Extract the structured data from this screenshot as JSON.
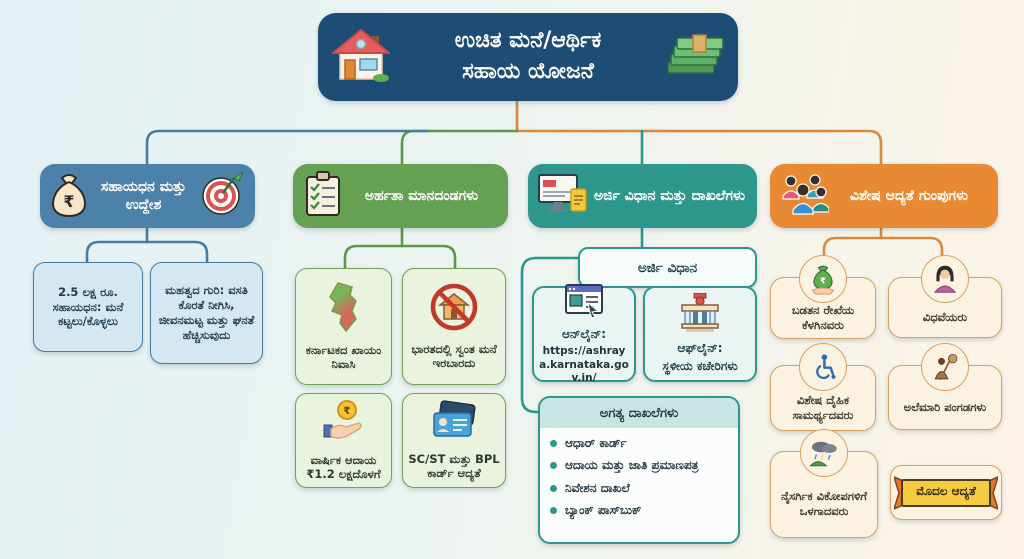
{
  "header": {
    "title_line1": "ಉಚಿತ ಮನೆ/ಆರ್ಥಿಕ",
    "title_line2": "ಸಹಾಯ ಯೋಜನೆ"
  },
  "subsidy": {
    "title": "ಸಹಾಯಧನ ಮತ್ತು ಉದ್ದೇಶ",
    "amount_card": "2.5 ಲಕ್ಷ ರೂ. ಸಹಾಯಧನ: ಮನೆ ಕಟ್ಟಲು/ಕೊಳ್ಳಲು",
    "goal_card": "ಮಹತ್ವದ ಗುರಿ: ವಸತಿ ಕೊರತೆ ನೀಗಿಸಿ, ಜೀವನಮಟ್ಟ ಮತ್ತು ಘನತೆ ಹೆಚ್ಚಿಸುವುದು"
  },
  "eligibility": {
    "title": "ಅರ್ಹತಾ ಮಾನದಂಡಗಳು",
    "cards": [
      {
        "label": "ಕರ್ನಾಟಕದ ಖಾಯಂ ನಿವಾಸಿ",
        "icon": "karnataka-map-icon"
      },
      {
        "label": "ಭಾರತದಲ್ಲಿ ಸ್ವಂತ ಮನೆ ಇರಬಾರದು",
        "icon": "no-house-icon"
      },
      {
        "label": "ವಾರ್ಷಿಕ ಆದಾಯ ₹1.2 ಲಕ್ಷದೊಳಗೆ",
        "icon": "hand-coin-icon"
      },
      {
        "label": "SC/ST ಮತ್ತು BPL ಕಾರ್ಡ್ ಆದ್ಯತೆ",
        "icon": "id-cards-icon"
      }
    ]
  },
  "application": {
    "title": "ಅರ್ಜಿ ವಿಧಾನ ಮತ್ತು ದಾಖಲೆಗಳು",
    "method_title": "ಅರ್ಜಿ ವಿಧಾನ",
    "online_label": "ಆನ್‌ಲೈನ್:",
    "online_url": "https://ashraya.karnataka.gov.in/",
    "offline_label": "ಆಫ್‌ಲೈನ್:",
    "offline_text": "ಸ್ಥಳೀಯ ಕಚೇರಿಗಳು",
    "documents_title": "ಅಗತ್ಯ ದಾಖಲೆಗಳು",
    "documents": [
      "ಆಧಾರ್ ಕಾರ್ಡ್",
      "ಆದಾಯ ಮತ್ತು ಜಾತಿ ಪ್ರಮಾಣಪತ್ರ",
      "ನಿವೇಶನ ದಾಖಲೆ",
      "ಬ್ಯಾಂಕ್ ಪಾಸ್‌ಬುಕ್"
    ]
  },
  "priority": {
    "title": "ವಿಶೇಷ ಆದ್ಯತೆ ಗುಂಪುಗಳು",
    "groups": [
      {
        "label": "ಬಡತನ ರೇಖೆಯ ಕೆಳಗಿನವರು",
        "icon": "money-bag-hand-icon"
      },
      {
        "label": "ವಿಧವೆಯರು",
        "icon": "widow-icon"
      },
      {
        "label": "ವಿಶೇಷ ದೈಹಿಕ ಸಾಮರ್ಥ್ಯದವರು",
        "icon": "wheelchair-icon"
      },
      {
        "label": "ಅಲೆಮಾರಿ ಪಂಗಡಗಳು",
        "icon": "nomad-icon"
      },
      {
        "label": "ನೈಸರ್ಗಿಕ ವಿಕೋಪಗಳಿಗೆ ಒಳಗಾದವರು",
        "icon": "storm-icon"
      }
    ],
    "ribbon_label": "ಮೊದಲ ಆದ್ಯತೆ"
  },
  "misc": {
    "rupee": "₹"
  },
  "colors": {
    "header_navy": "#1d4c74",
    "branch_blue": "#4c82aa",
    "branch_green": "#66a053",
    "branch_teal": "#2d968d",
    "branch_orange": "#e78a33",
    "bg_left": "#e4f0f4",
    "bg_right": "#fdf3e6"
  }
}
